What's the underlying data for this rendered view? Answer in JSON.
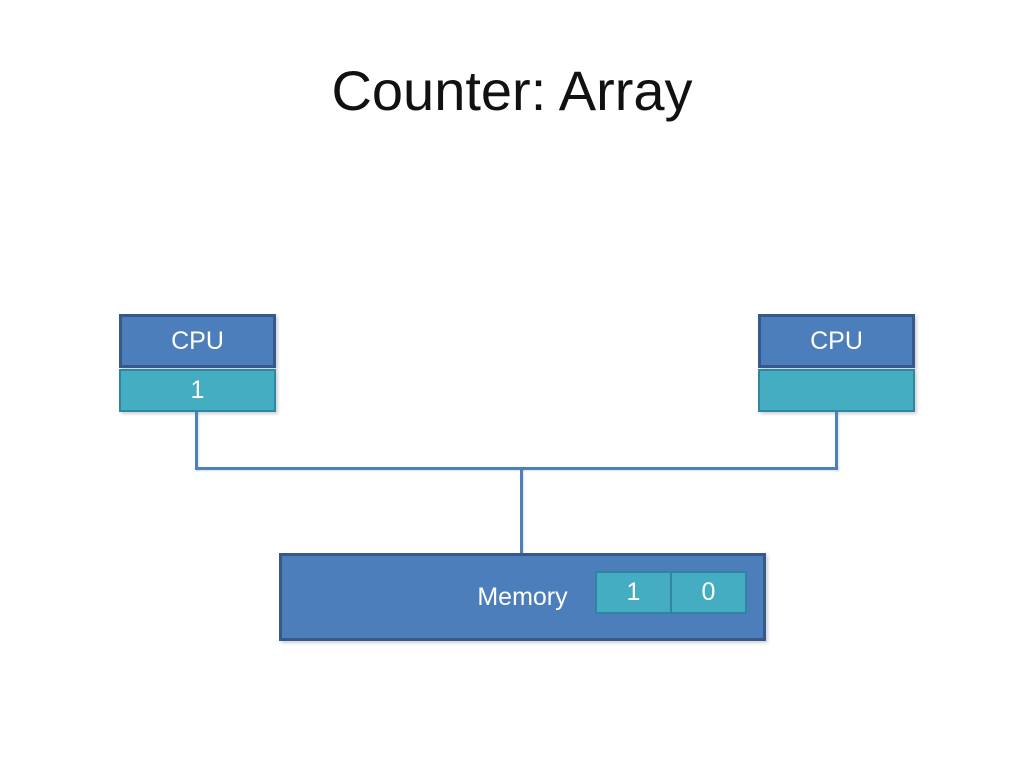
{
  "slide": {
    "title": "Counter: Array",
    "colors": {
      "box_blue": "#4c7ebb",
      "box_blue_border": "#36598c",
      "teal": "#45adc2",
      "teal_border": "#2e86a0",
      "connector": "#4e80bc",
      "title_color": "#111111"
    },
    "left_cpu": {
      "label": "CPU",
      "cache_value": "1"
    },
    "right_cpu": {
      "label": "CPU",
      "cache_value": ""
    },
    "memory": {
      "label": "Memory",
      "cells": [
        "1",
        "0"
      ]
    }
  }
}
